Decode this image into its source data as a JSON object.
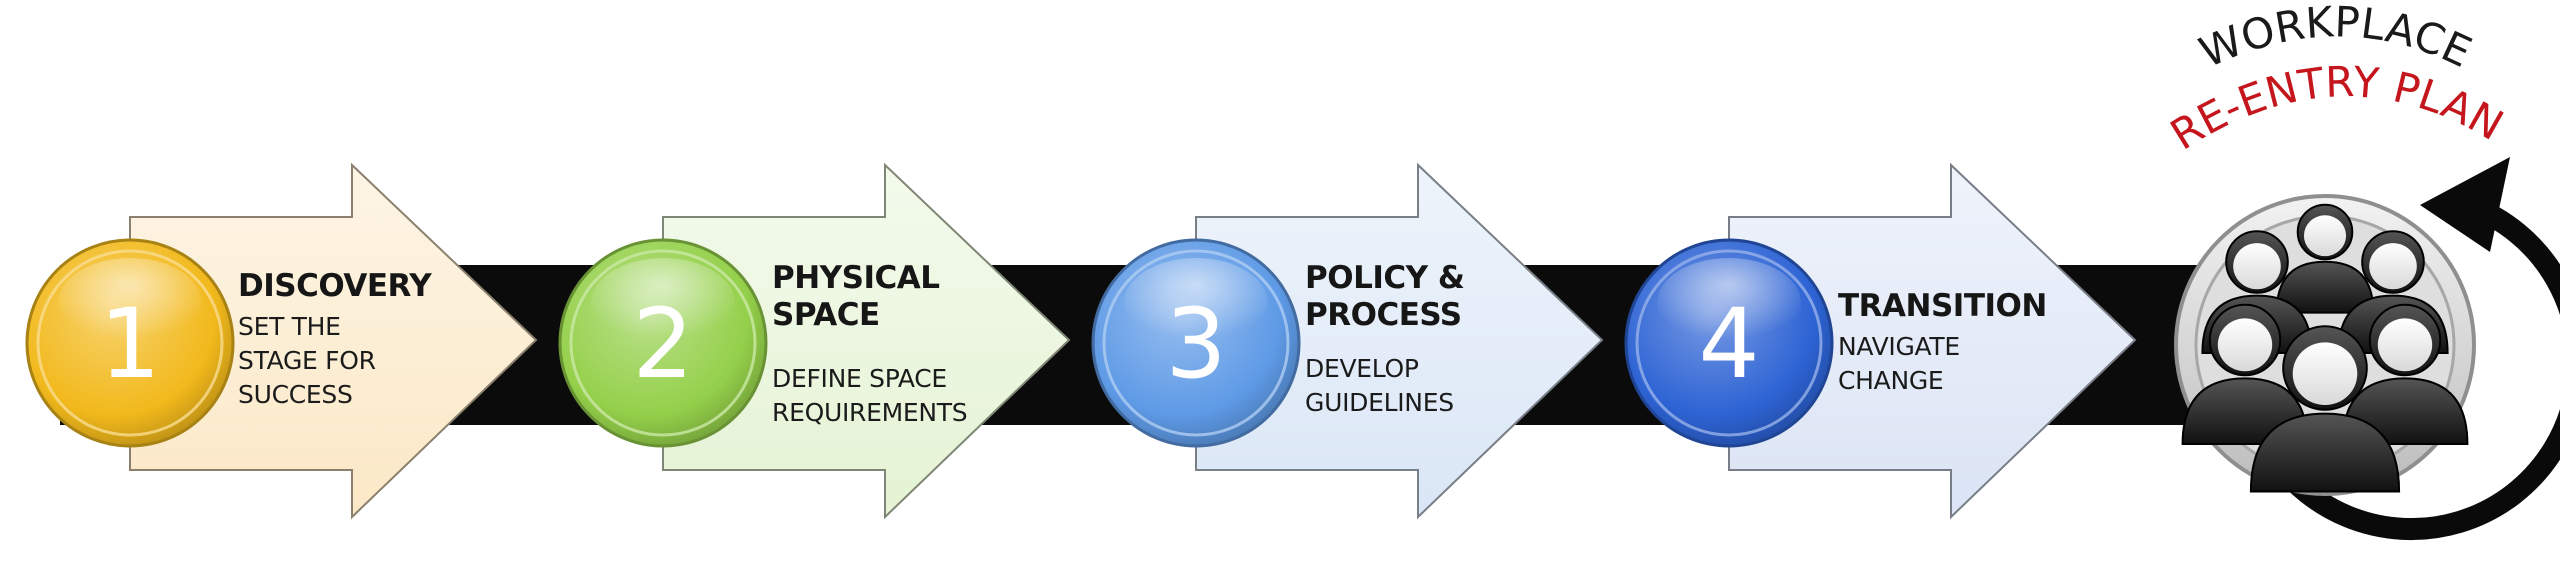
{
  "heading": {
    "line1": "WORKPLACE",
    "line2": "RE-ENTRY PLAN",
    "line1_color": "#1a1a1a",
    "line2_color": "#c4161c"
  },
  "steps": [
    {
      "number": "1",
      "title": [
        "DISCOVERY"
      ],
      "description": [
        "SET THE",
        "STAGE FOR",
        "SUCCESS"
      ],
      "circle_color": "#f2b91c",
      "arrow_color": "#fbe8c6"
    },
    {
      "number": "2",
      "title": [
        "PHYSICAL",
        "SPACE"
      ],
      "description": [
        "DEFINE SPACE",
        "REQUIREMENTS"
      ],
      "circle_color": "#94d04a",
      "arrow_color": "#e5f3d4"
    },
    {
      "number": "3",
      "title": [
        "POLICY &",
        "PROCESS"
      ],
      "description": [
        "DEVELOP",
        "GUIDELINES"
      ],
      "circle_color": "#5e9ae6",
      "arrow_color": "#dae6f6"
    },
    {
      "number": "4",
      "title": [
        "TRANSITION"
      ],
      "description": [
        "NAVIGATE",
        "CHANGE"
      ],
      "circle_color": "#2d63d4",
      "arrow_color": "#dbe4f5"
    }
  ],
  "icons": {
    "team": "people-group-icon",
    "cycle": "circular-arrow-icon"
  }
}
